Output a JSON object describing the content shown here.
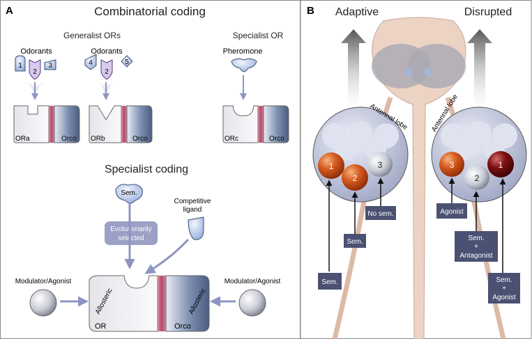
{
  "panel_a": {
    "letter": "A",
    "title": "Combinatorial coding",
    "generalist_label": "Generalist ORs",
    "specialist_or_label": "Specialist OR",
    "odorants_label_1": "Odorants",
    "odorants_label_2": "Odorants",
    "pheromone_label": "Pheromone",
    "odorant_numbers_a": [
      "1",
      "2",
      "3"
    ],
    "odorant_numbers_b": [
      "4",
      "2",
      "5"
    ],
    "receptor_a": "ORa",
    "receptor_b": "ORb",
    "receptor_c": "ORc",
    "orco": "Orco",
    "specialist_coding_title": "Specialist coding",
    "sem_label": "Sem.",
    "competitive_ligand": [
      "Competitive",
      "ligand"
    ],
    "evolutionarily_selected": [
      "Evolutionarily",
      "selected"
    ],
    "modulator_left": "Modulator/Agonist",
    "modulator_right": "Modulator/Agonist",
    "allosteric": "Allosteric",
    "or_label": "OR",
    "orco_label": "Orco"
  },
  "panel_b": {
    "letter": "B",
    "adaptive": "Adaptive",
    "disrupted": "Disrupted",
    "antennal_lobe": "Antennal lobe",
    "left_glomeruli": [
      "1",
      "2",
      "3"
    ],
    "right_glomeruli": [
      "3",
      "2",
      "1"
    ],
    "box_no_sem": "No sem.",
    "box_sem_mid": "Sem.",
    "box_sem_low": "Sem.",
    "box_agonist": "Agonist",
    "box_sem_antagonist": [
      "Sem.",
      "+",
      "Antagonist"
    ],
    "box_sem_agonist": [
      "Sem.",
      "+",
      "Agonist"
    ]
  },
  "colors": {
    "label_box": "#4a5172",
    "odorant_fill": "#c9d6ee",
    "odorant_highlight": "#d9c9f0",
    "orco_fill": "#5d6f93",
    "helix": "#c46a84",
    "mosquito": "#ecd3c4",
    "glom_orange": "#d65a1e",
    "glom_dark_red": "#7d1010",
    "glom_pale": "#dfe3f0"
  }
}
